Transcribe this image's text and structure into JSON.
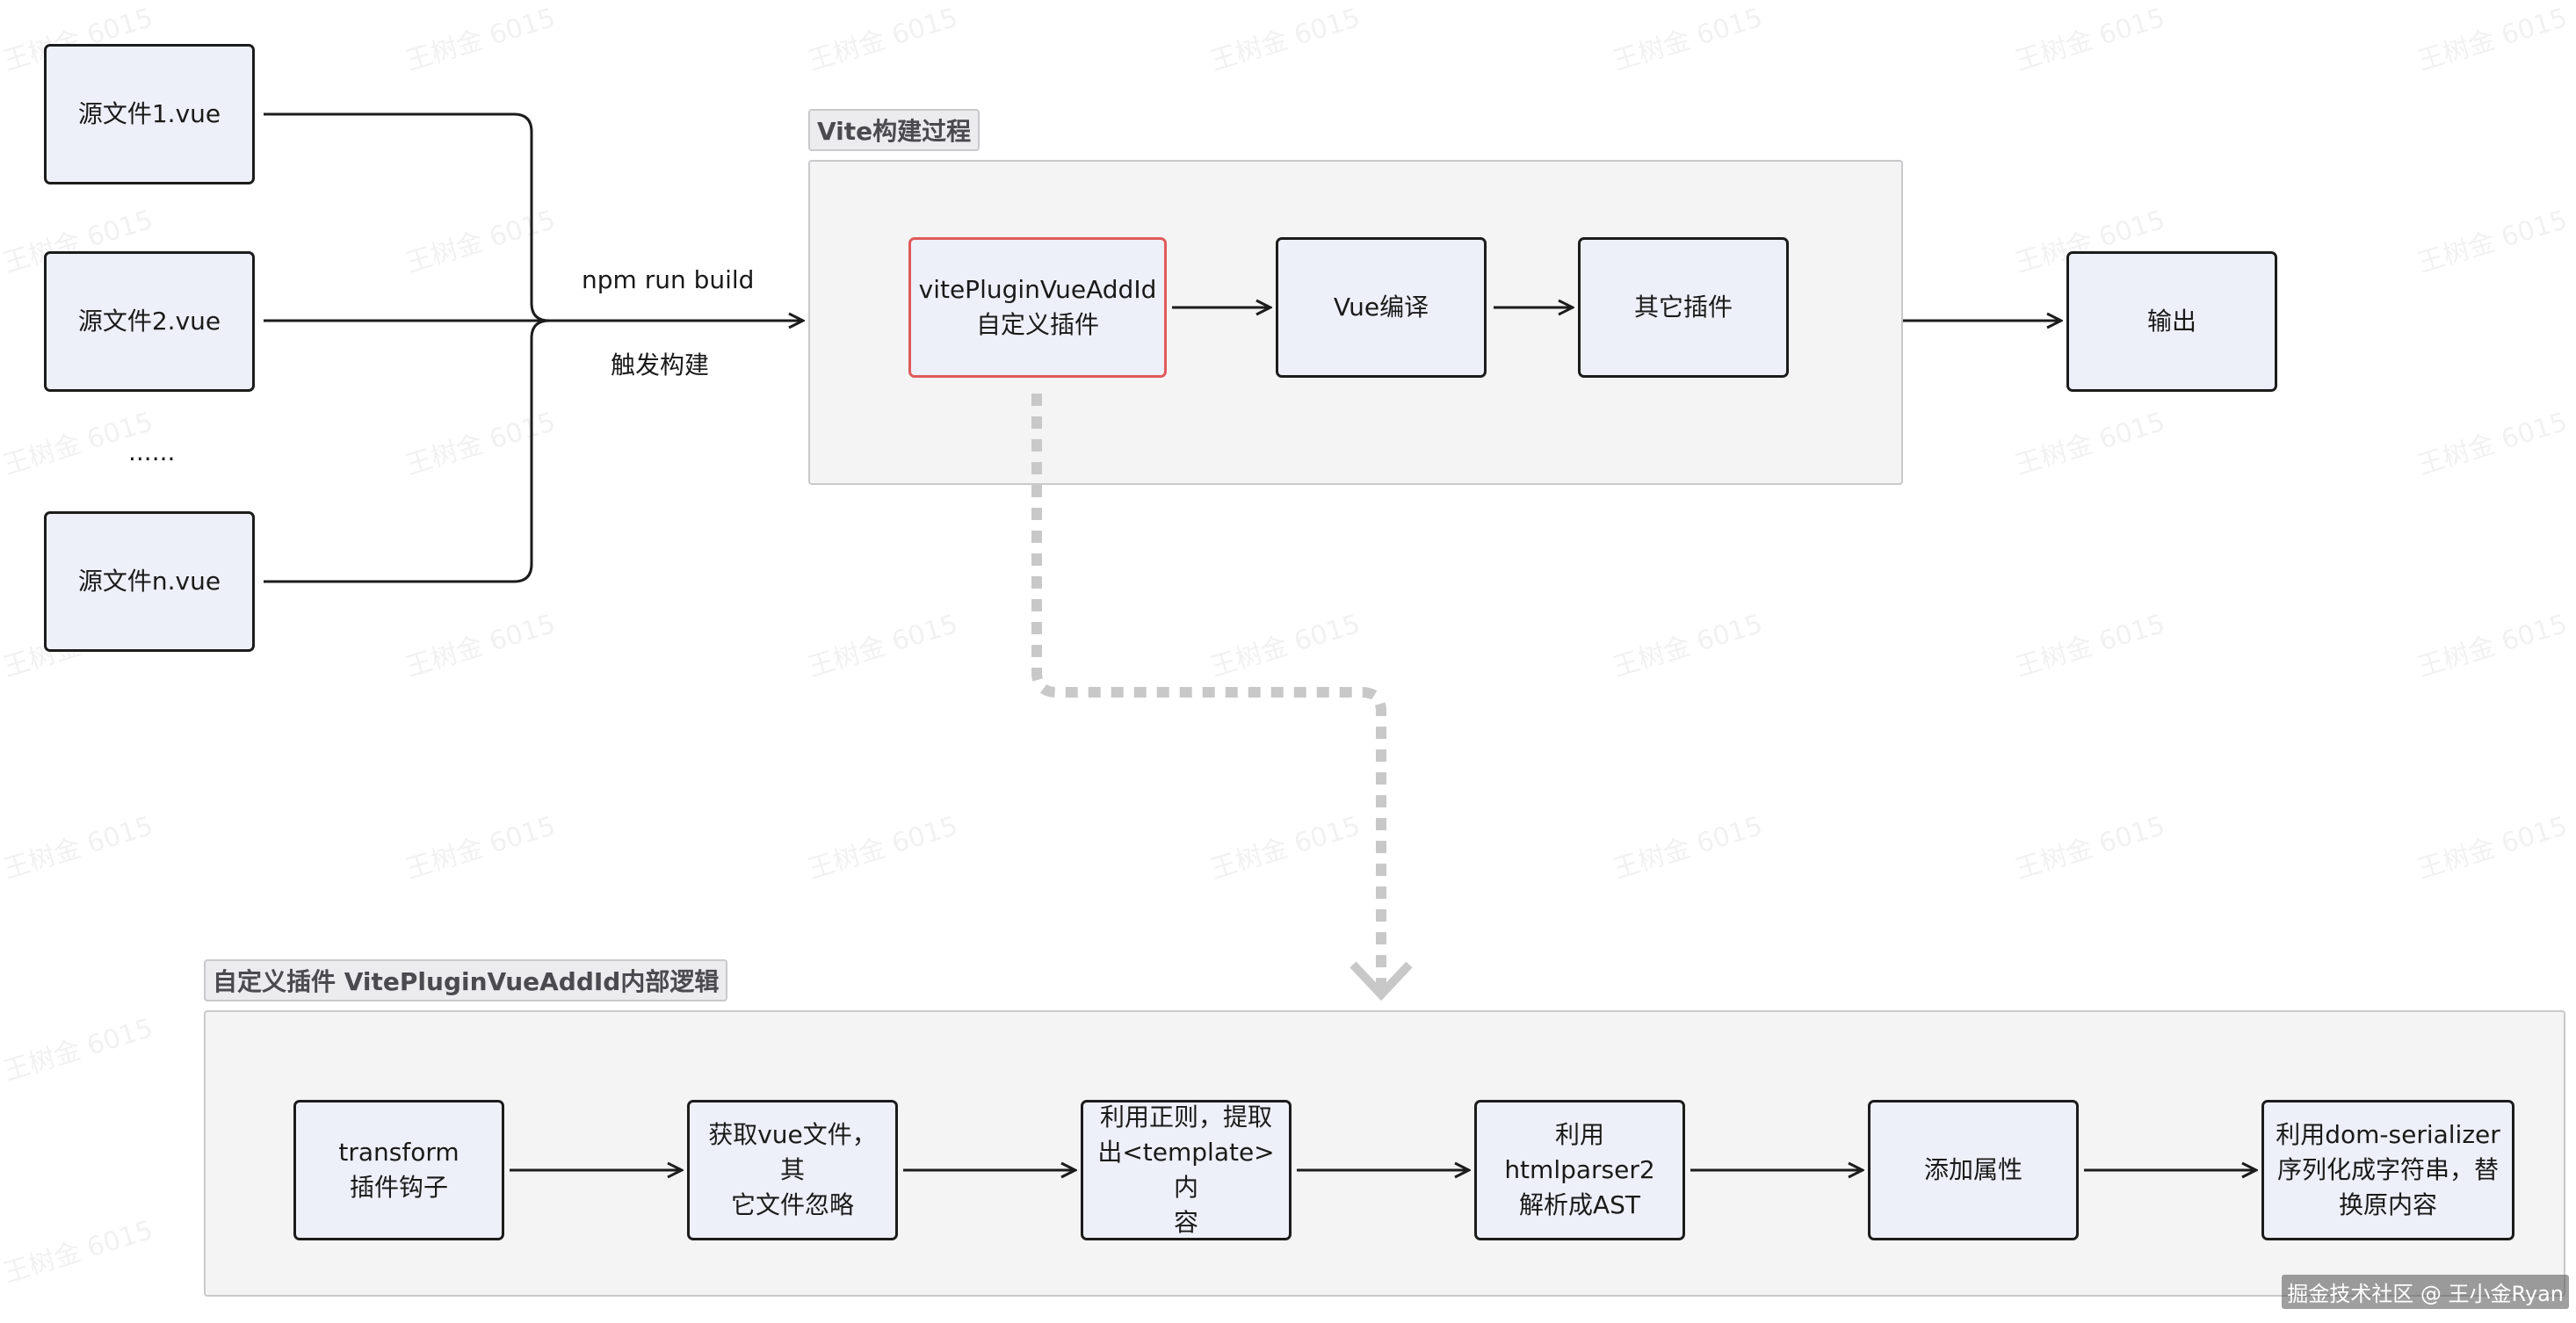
{
  "groups": {
    "vite": {
      "title": "Vite构建过程"
    },
    "plugin": {
      "title": "自定义插件 VitePluginVueAddId内部逻辑"
    }
  },
  "sources": {
    "file1": "源文件1.vue",
    "file2": "源文件2.vue",
    "ellipsis": "......",
    "filen": "源文件n.vue"
  },
  "trigger": {
    "command": "npm run build",
    "caption": "触发构建"
  },
  "vite_nodes": {
    "plugin": [
      "vitePluginVueAddId",
      "自定义插件"
    ],
    "compile": [
      "Vue编译"
    ],
    "others": [
      "其它插件"
    ]
  },
  "output": {
    "label": "输出"
  },
  "steps": [
    {
      "lines": [
        "transform",
        "插件钩子"
      ]
    },
    {
      "lines": [
        "获取vue文件，其",
        "它文件忽略"
      ]
    },
    {
      "lines": [
        "利用正则，提取",
        "出<template>内",
        "容"
      ]
    },
    {
      "lines": [
        "利用htmlparser2",
        "解析成AST"
      ]
    },
    {
      "lines": [
        "添加属性"
      ]
    },
    {
      "lines": [
        "利用dom-serializer",
        "序列化成字符串，替",
        "换原内容"
      ]
    }
  ],
  "watermark": "王树金 6015",
  "credit": "掘金技术社区 @ 王小金Ryan",
  "colors": {
    "node_fill": "#eef0f9",
    "node_border": "#1c1c1c",
    "highlight_border": "#e05a5a",
    "group_fill": "#f4f4f5",
    "dashed_connector": "#c8c8c8"
  }
}
